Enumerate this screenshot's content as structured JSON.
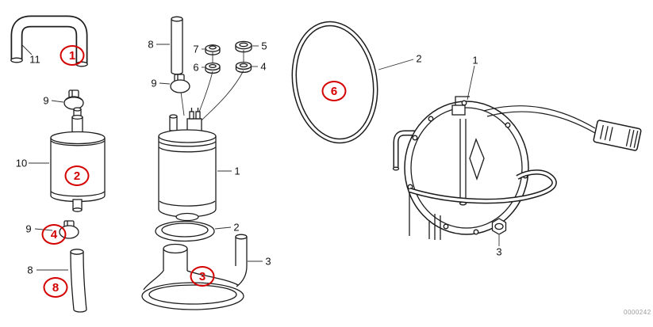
{
  "drawing_number": "0000242",
  "colors": {
    "line": "#1c1c1c",
    "callout": "#d40000",
    "background": "#ffffff"
  },
  "labels": [
    {
      "part": "hose-bend",
      "text": "11"
    },
    {
      "part": "hose-clamp-upper",
      "text": "9"
    },
    {
      "part": "fuel-filter",
      "text": "10"
    },
    {
      "part": "hose-clamp-lower",
      "text": "9"
    },
    {
      "part": "fuel-hose-left",
      "text": "8"
    },
    {
      "part": "fuel-hose-middle",
      "text": "8"
    },
    {
      "part": "washer",
      "text": "7"
    },
    {
      "part": "washer",
      "text": "5"
    },
    {
      "part": "pump-clamp",
      "text": "9"
    },
    {
      "part": "grommet",
      "text": "6"
    },
    {
      "part": "grommet",
      "text": "4"
    },
    {
      "part": "fuel-pump",
      "text": "1"
    },
    {
      "part": "seal-ring-small",
      "text": "2"
    },
    {
      "part": "suction-funnel",
      "text": "3"
    },
    {
      "part": "o-ring-large",
      "text": "2"
    },
    {
      "part": "level-sender-unit",
      "text": "1"
    },
    {
      "part": "sender-nut",
      "text": "3"
    }
  ],
  "callouts": [
    {
      "target": "hose-bend",
      "text": "1"
    },
    {
      "target": "fuel-filter",
      "text": "2"
    },
    {
      "target": "hose-clamp-lower",
      "text": "4"
    },
    {
      "target": "fuel-hose-left",
      "text": "8"
    },
    {
      "target": "suction-funnel",
      "text": "3"
    },
    {
      "target": "o-ring-large",
      "text": "6"
    }
  ]
}
